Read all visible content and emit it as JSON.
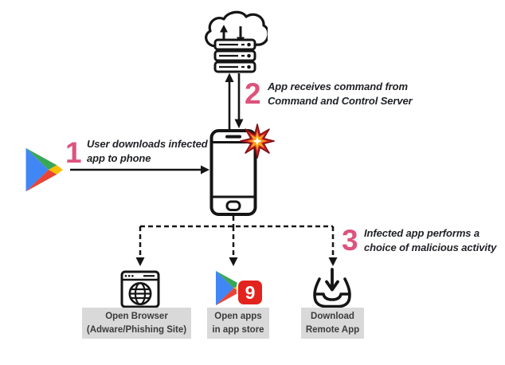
{
  "colors": {
    "accent_pink": "#dd537c",
    "text_dark": "#1f2125",
    "label_box_bg": "#d9d9d9",
    "label_text": "#3b3b3b",
    "icon_stroke": "#151515",
    "play_blue": "#4086f4",
    "play_green": "#3aa757",
    "play_yellow": "#fcbd00",
    "play_red": "#ea4435",
    "nine_store_red": "#e3231d",
    "burst_red": "#d6252b",
    "burst_red_outline": "#7e1012",
    "burst_orange": "#f9a51a",
    "burst_center": "#ffffff"
  },
  "steps": [
    {
      "number": "1",
      "line1": "User downloads infected",
      "line2": "app to phone"
    },
    {
      "number": "2",
      "line1": "App receives command from",
      "line2": "Command and Control Server"
    },
    {
      "number": "3",
      "line1": "Infected app performs a",
      "line2": "choice of malicious activity"
    }
  ],
  "outcome_labels": [
    {
      "line1": "Open Browser",
      "line2": "(Adware/Phishing Site)"
    },
    {
      "line1": "Open apps",
      "line2": "in app store"
    },
    {
      "line1": "Download",
      "line2": "Remote App"
    }
  ],
  "nine_store_badge": "9",
  "icons": {
    "source_store": "google-play-icon",
    "command_server": "cloud-server-icon",
    "device": "smartphone-icon",
    "infection": "malware-burst-icon",
    "outcome_browser": "browser-globe-icon",
    "outcome_store": "nine-store-icon",
    "outcome_download": "download-tray-icon"
  }
}
